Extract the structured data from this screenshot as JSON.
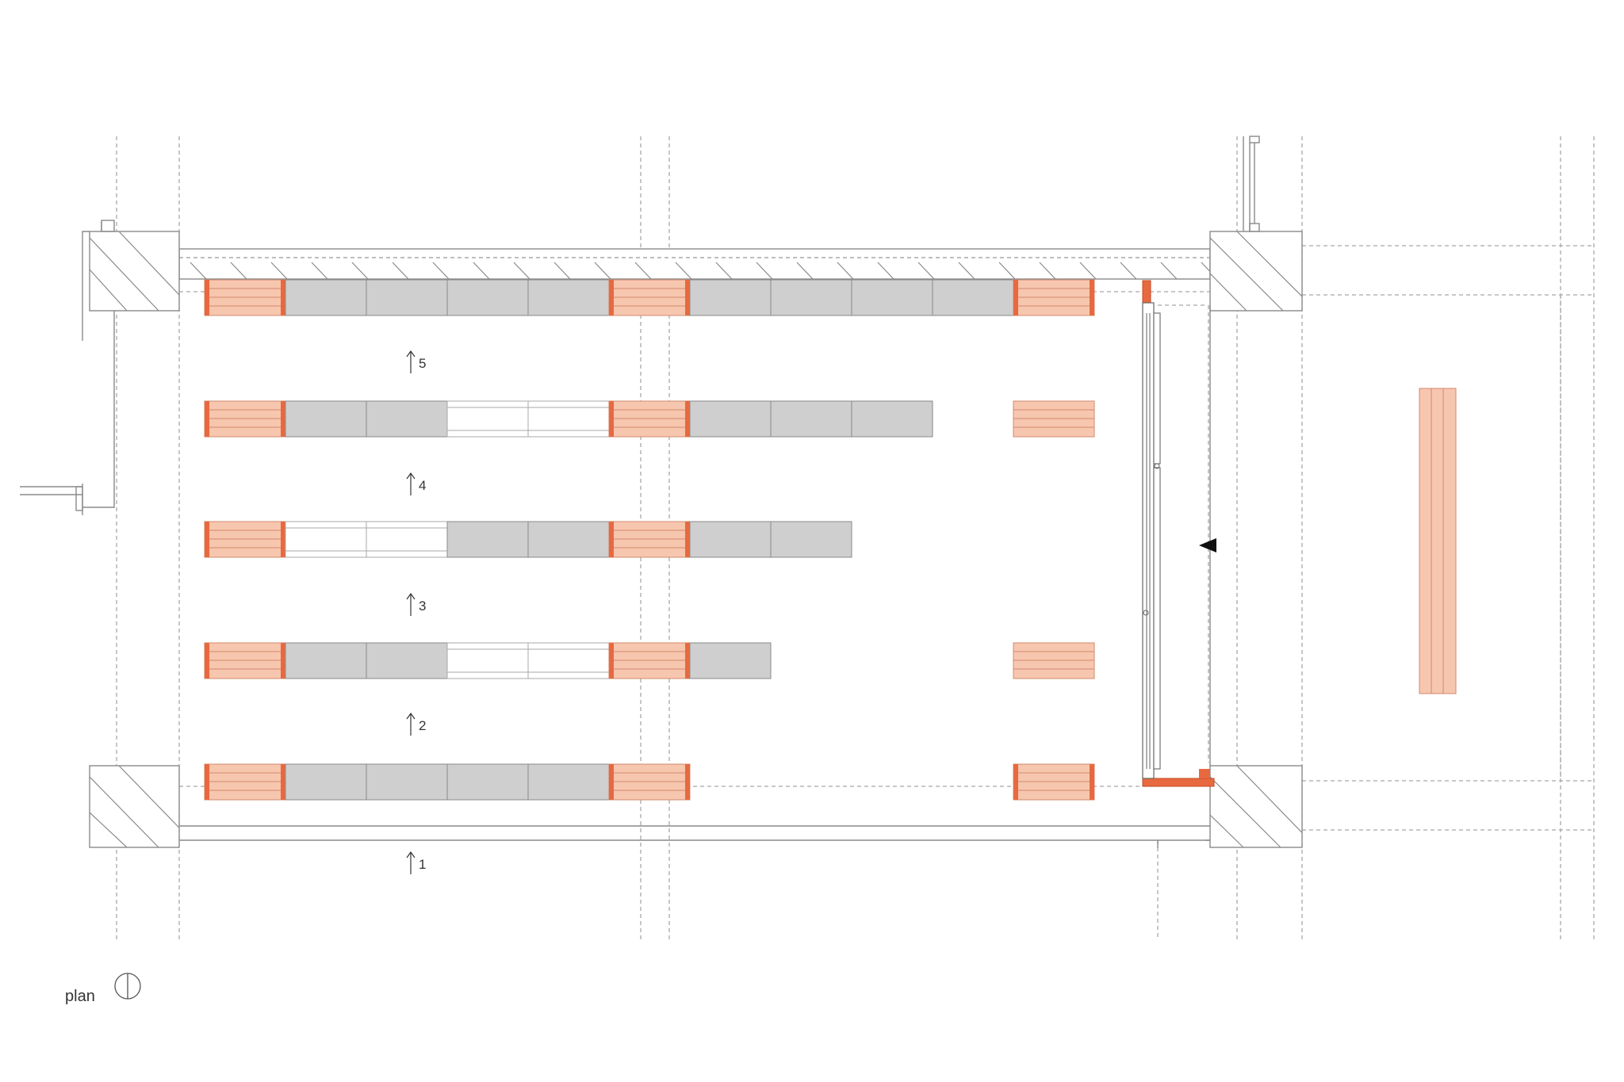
{
  "caption": {
    "text": "plan"
  },
  "row_labels": [
    "5",
    "4",
    "3",
    "2",
    "1"
  ],
  "colors": {
    "line": "#8a8a8a",
    "dash": "#a8a8a8",
    "wood": "#f7c6ae",
    "wood_edge": "#e8693f",
    "concrete": "#cfcfcf",
    "arrow": "#111111"
  },
  "rows": [
    {
      "label": "5",
      "cells": [
        "wood",
        "concrete",
        "concrete",
        "concrete",
        "concrete",
        "wood",
        "concrete",
        "concrete",
        "concrete",
        "concrete",
        "wood"
      ]
    },
    {
      "label": "4",
      "cells": [
        "wood",
        "concrete",
        "concrete",
        "empty",
        "empty",
        "wood",
        "concrete",
        "concrete",
        "concrete",
        "gap",
        "wood-plain"
      ]
    },
    {
      "label": "3",
      "cells": [
        "wood",
        "empty",
        "empty",
        "concrete",
        "concrete",
        "wood",
        "concrete",
        "concrete"
      ]
    },
    {
      "label": "2",
      "cells": [
        "wood",
        "concrete",
        "concrete",
        "empty",
        "empty",
        "wood",
        "concrete",
        "gap",
        "gap",
        "gap",
        "wood-plain"
      ]
    },
    {
      "label": "1",
      "cells": [
        "wood",
        "concrete",
        "concrete",
        "concrete",
        "concrete",
        "wood",
        "gap",
        "gap",
        "gap",
        "gap",
        "wood"
      ]
    }
  ],
  "icons": {
    "north": "north-arrow-icon",
    "entry": "entry-triangle-icon",
    "step": "up-arrow-icon"
  }
}
